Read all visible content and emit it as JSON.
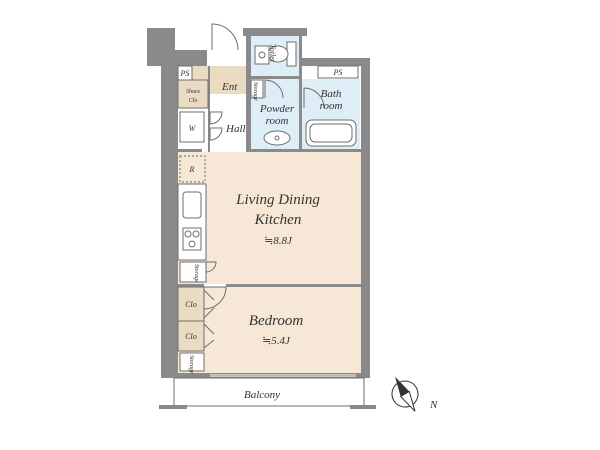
{
  "colors": {
    "wall": "#8a8a8a",
    "living_floor": "#f6e7d6",
    "bedroom_floor": "#f6e7d6",
    "storage_floor": "#e9dcc3",
    "wet_floor": "#ddeef7",
    "line": "#6e6e6e",
    "text": "#333333"
  },
  "rooms": {
    "ldk": {
      "line1": "Living Dining",
      "line2": "Kitchen",
      "area": "≒8.8J"
    },
    "bedroom": {
      "name": "Bedroom",
      "area": "≒5.4J"
    },
    "entrance": "Ent",
    "hall": "Hall",
    "toilet": "Toilet",
    "powder": {
      "line1": "Powder",
      "line2": "room"
    },
    "bath": {
      "line1": "Bath",
      "line2": "room"
    },
    "balcony": "Balcony"
  },
  "storage": {
    "ps_left": "PS",
    "ps_right": "PS",
    "shoes": {
      "line1": "Shoes",
      "line2": "Clo"
    },
    "washer": "W",
    "fridge": "R",
    "closet_1": "Clo",
    "closet_2": "Clo",
    "storage_powder": "Storage",
    "storage_kitchen": "Storage",
    "storage_bed": "Storage"
  },
  "compass": {
    "label": "N"
  }
}
